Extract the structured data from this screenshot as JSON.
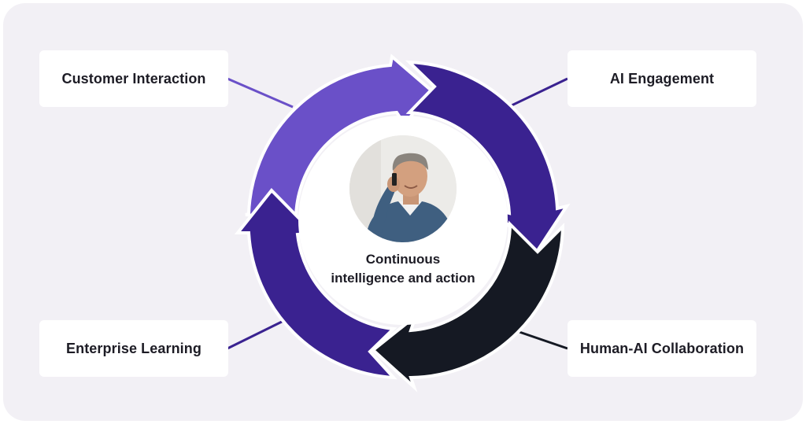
{
  "stages": {
    "top_left": "Customer Interaction",
    "top_right": "AI Engagement",
    "bottom_left": "Enterprise Learning",
    "bottom_right": "Human-AI Collaboration"
  },
  "center": {
    "line1": "Continuous",
    "line2": "intelligence and action",
    "photo_icon": "person-on-phone-photo"
  },
  "colors": {
    "background": "#f2f0f5",
    "arrow_light_purple": "#6a50c8",
    "arrow_dark_purple": "#3a2290",
    "arrow_black": "#151923"
  }
}
